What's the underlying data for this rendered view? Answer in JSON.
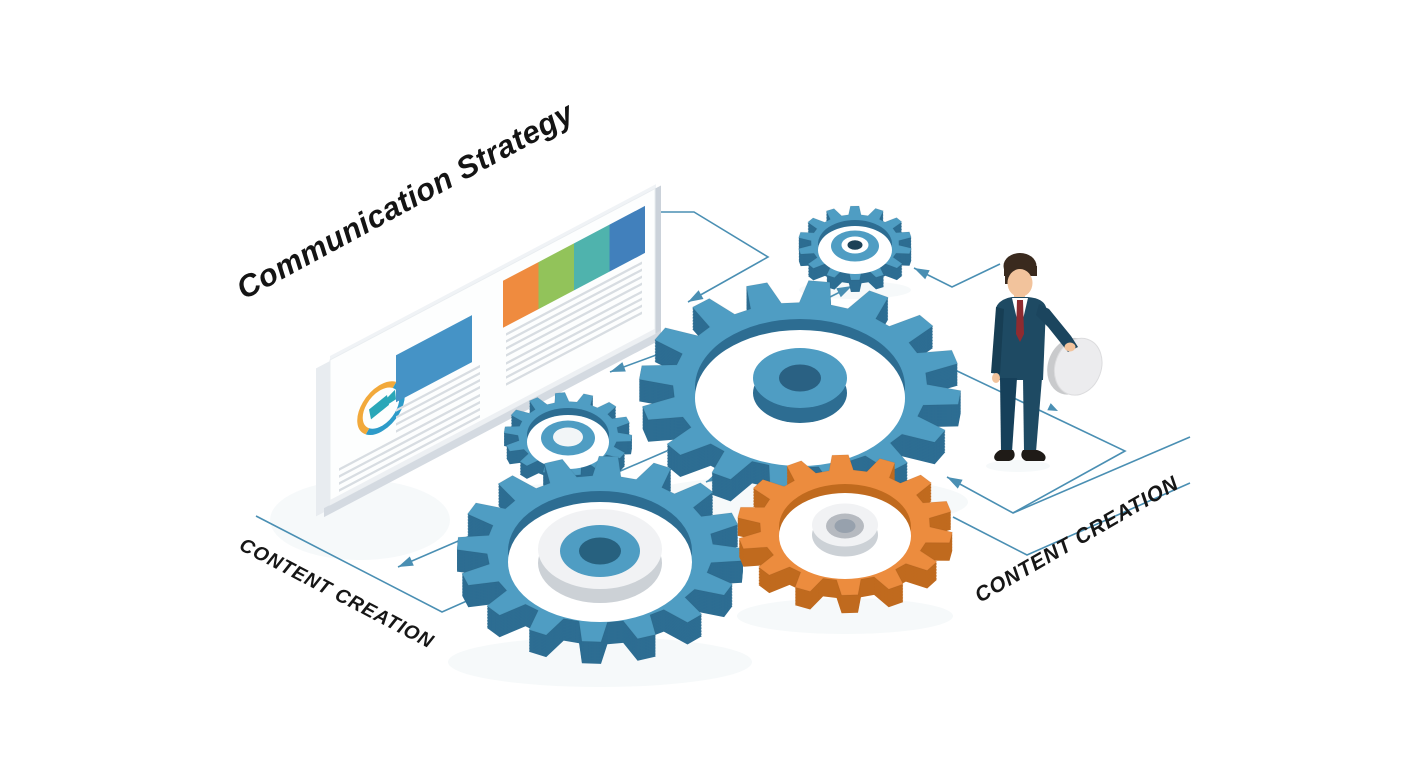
{
  "illustration": {
    "title": "Communication Strategy",
    "label_left": "CONTENT CREATION",
    "label_right": "CONTENT CREATION"
  },
  "colors": {
    "gear_blue_face": "#4F9DC3",
    "gear_blue_side": "#2D6D92",
    "gear_blue_dark_center": "#2A6183",
    "gear_orange_face": "#EC8C3E",
    "gear_orange_side": "#C06A1E",
    "hub_white_face": "#F1F2F4",
    "hub_white_side": "#CCD1D6",
    "arrow_line": "#4A8FB3",
    "board_face": "#FDFEFE",
    "board_edge_light": "#E8ECF0",
    "board_edge_dark": "#CBD2DA",
    "board_bottom": "#D4DAE1",
    "board_text_line": "#D8DDE2",
    "board_image_blue": "#4593C6",
    "board_blocks": [
      "#EF8B3F",
      "#92C35A",
      "#4FB3AD",
      "#4180BC"
    ],
    "logo_ring_orange": "#F2A93B",
    "logo_ring_blue": "#2D9BC9",
    "logo_glyph_teal": "#2AA7B8",
    "suit": "#1E4A63",
    "suit_dark": "#173E54",
    "tie": "#8E2B30",
    "skin": "#F2C39C",
    "hair": "#3A2A1E",
    "shoe": "#1F1B17",
    "disc_face": "#ECECEE",
    "disc_side": "#C9CACC"
  }
}
